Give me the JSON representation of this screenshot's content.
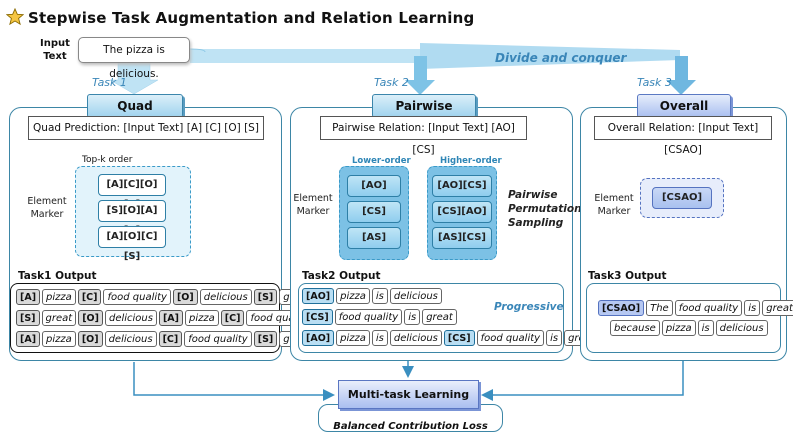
{
  "title": "Stepwise Task Augmentation and Relation Learning",
  "input": {
    "label_line1": "Input",
    "label_line2": "Text",
    "text": "The pizza is delicious."
  },
  "divide_label": "Divide and conquer",
  "task1": {
    "task_label": "Task 1",
    "name": "Quad Prediction",
    "prompt": "Quad Prediction: [Input Text] [A] [C] [O] [S]",
    "topk_label": "Top-k order",
    "marker_line1": "Element",
    "marker_line2": "Marker",
    "orders": [
      "[A][C][O][S]",
      "[S][O][A][C]",
      "[A][O][C][S]"
    ],
    "output_label": "Task1 Output",
    "rows": [
      [
        {
          "t": "[A]",
          "k": "tag"
        },
        {
          "t": "pizza",
          "k": "w"
        },
        {
          "t": "[C]",
          "k": "tag"
        },
        {
          "t": "food quality",
          "k": "w"
        },
        {
          "t": "[O]",
          "k": "tag"
        },
        {
          "t": "delicious",
          "k": "w"
        },
        {
          "t": "[S]",
          "k": "tag"
        },
        {
          "t": "great",
          "k": "w"
        }
      ],
      [
        {
          "t": "[S]",
          "k": "tag"
        },
        {
          "t": "great",
          "k": "w"
        },
        {
          "t": "[O]",
          "k": "tag"
        },
        {
          "t": "delicious",
          "k": "w"
        },
        {
          "t": "[A]",
          "k": "tag"
        },
        {
          "t": "pizza",
          "k": "w"
        },
        {
          "t": "[C]",
          "k": "tag"
        },
        {
          "t": "food quality",
          "k": "w"
        }
      ],
      [
        {
          "t": "[A]",
          "k": "tag"
        },
        {
          "t": "pizza",
          "k": "w"
        },
        {
          "t": "[O]",
          "k": "tag"
        },
        {
          "t": "delicious",
          "k": "w"
        },
        {
          "t": "[C]",
          "k": "tag"
        },
        {
          "t": "food quality",
          "k": "w"
        },
        {
          "t": "[S]",
          "k": "tag"
        },
        {
          "t": "great",
          "k": "w"
        }
      ]
    ]
  },
  "task2": {
    "task_label": "Task 2",
    "name": "Pairwise Relation",
    "prompt": "Pairwise Relation: [Input Text] [AO] [CS]",
    "lower_label": "Lower-order",
    "higher_label": "Higher-order",
    "marker_line1": "Element",
    "marker_line2": "Marker",
    "lower": [
      "[AO]",
      "[CS]",
      "[AS]"
    ],
    "higher": [
      "[AO][CS]",
      "[CS][AO]",
      "[AS][CS]"
    ],
    "side_note": [
      "Pairwise",
      "Permutation",
      "Sampling"
    ],
    "output_label": "Task2 Output",
    "progressive_label": "Progressive",
    "rows": [
      [
        {
          "t": "[AO]",
          "k": "tag2"
        },
        {
          "t": "pizza",
          "k": "p"
        },
        {
          "t": "is",
          "k": "p"
        },
        {
          "t": "delicious",
          "k": "w"
        }
      ],
      [
        {
          "t": "[CS]",
          "k": "tag2"
        },
        {
          "t": "food quality",
          "k": "w"
        },
        {
          "t": "is",
          "k": "p"
        },
        {
          "t": "great",
          "k": "w"
        }
      ],
      [
        {
          "t": "[AO]",
          "k": "tag2"
        },
        {
          "t": "pizza",
          "k": "p"
        },
        {
          "t": "is",
          "k": "p"
        },
        {
          "t": "delicious",
          "k": "w"
        },
        {
          "t": "[CS]",
          "k": "tag2"
        },
        {
          "t": "food quality",
          "k": "w"
        },
        {
          "t": "is",
          "k": "p"
        },
        {
          "t": "great",
          "k": "w"
        }
      ]
    ]
  },
  "task3": {
    "task_label": "Task 3",
    "name": "Overall Relation",
    "prompt": "Overall Relation: [Input Text] [CSAO]",
    "marker_line1": "Element",
    "marker_line2": "Marker",
    "marker": "[CSAO]",
    "output_label": "Task3 Output",
    "rows": [
      [
        {
          "t": "[CSAO]",
          "k": "tag3"
        },
        {
          "t": "The",
          "k": "p"
        },
        {
          "t": "food quality",
          "k": "w"
        },
        {
          "t": "is",
          "k": "p"
        },
        {
          "t": "great",
          "k": "w"
        }
      ],
      [
        {
          "t": "because",
          "k": "p"
        },
        {
          "t": "pizza",
          "k": "w"
        },
        {
          "t": "is",
          "k": "p"
        },
        {
          "t": "delicious",
          "k": "w"
        }
      ]
    ]
  },
  "mtl_label": "Multi-task Learning",
  "loss_label": "Balanced Contribution Loss"
}
